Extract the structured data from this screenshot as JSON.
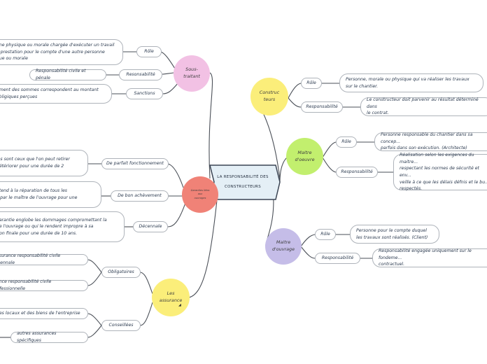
{
  "center": {
    "line1": "LA RESPONSABILITÉ DES",
    "line2": "CONSTRUCTEURS"
  },
  "colors": {
    "sous_traitant": "#f2c1e4",
    "constructeurs": "#fbee7a",
    "maitre_oeuvre": "#c2ef6e",
    "maitre_ouvrage": "#c5bde8",
    "garanties": "#f08277",
    "assurance": "#fbee7a",
    "center_fill": "#e4eff6",
    "center_stroke": "#3a4453"
  },
  "sous_traitant": {
    "label": "Sous-\ntraitant",
    "role_label": "Rôle",
    "role_text": "...nne physique ou morale chargée d'exécuter un travail\n...a prestation pour le compte d'une autre personne\n...que ou morale",
    "resp_label": "Resonsabilité",
    "resp_text": "Responsabilité civile et pénale",
    "sanctions_label": "Sanctions",
    "sanctions_text": "...ement des sommes correspondent au montant\n...obligiques perçues"
  },
  "constructeurs": {
    "label": "Construc\nteurs",
    "role_label": "Rôle",
    "role_text": "Personne, morale ou physique qui va réaliser les travaux\nsur le chantier.",
    "resp_label": "Responsabilité",
    "resp_text": "Le constructeur doit parvenir au résultat déterminé dans\nle contrat."
  },
  "maitre_oeuvre": {
    "label": "Maitre\nd'oeuvre",
    "role_label": "Rôle",
    "role_text": "Personne responsable du chantier dans sa concep...\nparfois dans son exécution. (Architecte)",
    "resp_label": "Responsabilité",
    "resp_text": "Réalisation selon les exigences du maitre...\nrespectant les normes de sécurité et env...\nveille à ce que les délais défnis et le bu...\nrespectés."
  },
  "maitre_ouvrage": {
    "label": "Maitre\nd'ouvrage",
    "role_label": "Rôle",
    "role_text": "Personne pour le compte duquel\nles travaux sont réalisés. (Client)",
    "resp_label": "Responsabilité",
    "resp_text": "Responsabilité engagée uniquement sur le fondeme...\ncontractuel."
  },
  "garanties": {
    "label": "Garanties liées\naux\nouvrages",
    "parfait_label": "De parfait fonctionnement",
    "parfait_text": "...les sont ceux que l'on peut retirer\n...détériorer pour une durée de 2",
    "achevement_label": "De bon achèvement",
    "achevement_text": "...étend à la réparation de tous les\n...s par le maître de l'ouvrage pour une",
    "decennale_label": "Décennale",
    "decennale_text": "...garantie englobe les dommages compromettant la\n...de l'ouvrage ou qui le rendent impropre à sa\n...tion finale pour une durée de 10 ans."
  },
  "assurance": {
    "label": "Les\nassurance",
    "obligatoires_label": "Obligatoires",
    "obligatoires_item1": "...ssurance responsabilité civile décennale",
    "obligatoires_item2": "...ance responsabilité civile professionnelle",
    "conseillees_label": "Conseillées",
    "conseillees_item1": "...des locaux et des biens de l'entreprise",
    "conseillees_item2": "autres assurances spécifiques"
  }
}
